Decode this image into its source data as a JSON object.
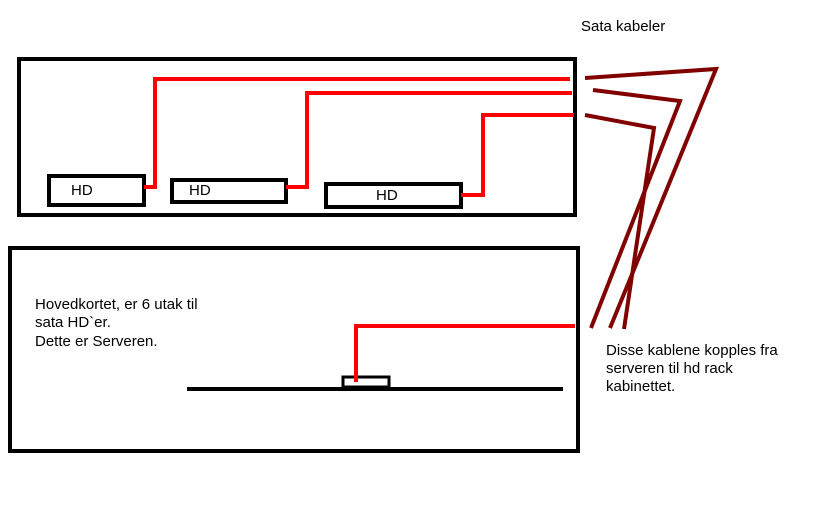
{
  "labels": {
    "sata_title": "Sata kabeler",
    "drive_label": "HD",
    "motherboard_note": {
      "line1": "Hovedkortet, er 6 utak til",
      "line2": "sata HD`er.",
      "line3": "Dette er Serveren."
    },
    "cable_note": {
      "line1": "Disse kablene kopples fra",
      "line2": "serveren til hd rack",
      "line3": "kabinettet."
    }
  },
  "colors": {
    "outline": "#000000",
    "cable_red": "#ff0000",
    "cable_dark": "#800000",
    "background": "#ffffff"
  }
}
